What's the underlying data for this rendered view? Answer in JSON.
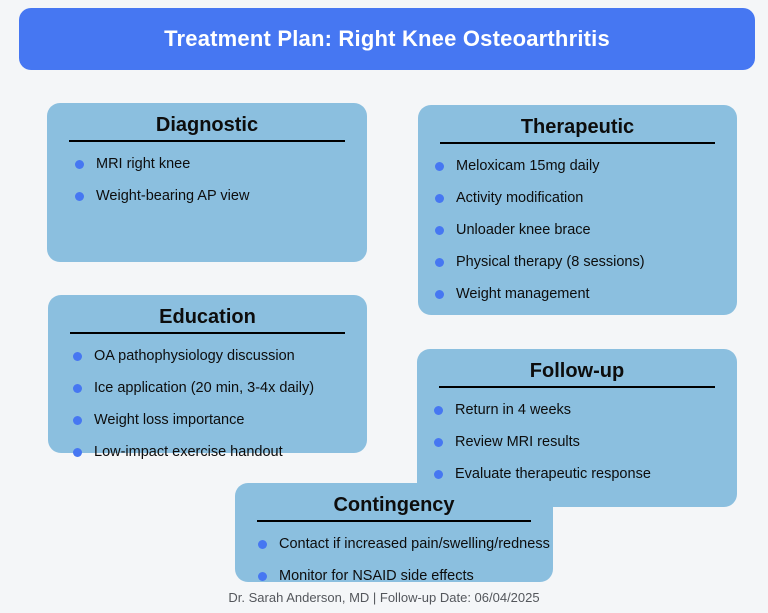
{
  "banner": {
    "title": "Treatment Plan: Right Knee Osteoarthritis"
  },
  "cards": [
    {
      "id": "diagnostic",
      "title": "Diagnostic",
      "items": [
        "MRI right knee",
        "Weight-bearing AP view"
      ]
    },
    {
      "id": "therapeutic",
      "title": "Therapeutic",
      "items": [
        "Meloxicam 15mg daily",
        "Activity modification",
        "Unloader knee brace",
        "Physical therapy (8 sessions)",
        "Weight management"
      ]
    },
    {
      "id": "education",
      "title": "Education",
      "items": [
        "OA pathophysiology discussion",
        "Ice application (20 min, 3-4x daily)",
        "Weight loss importance",
        "Low-impact exercise handout"
      ]
    },
    {
      "id": "followup",
      "title": "Follow-up",
      "items": [
        "Return in 4 weeks",
        "Review MRI results",
        "Evaluate therapeutic response"
      ]
    },
    {
      "id": "contingency",
      "title": "Contingency",
      "items": [
        "Contact if increased pain/swelling/redness",
        "Monitor for NSAID side effects"
      ]
    }
  ],
  "footer": {
    "text": "Dr. Sarah Anderson, MD | Follow-up Date: 06/04/2025"
  },
  "colors": {
    "page_bg": "#F4F6F8",
    "banner_bg": "#4677F2",
    "banner_text": "#FFFFFF",
    "card_bg": "#8BBFDF",
    "bullet": "#4677F2",
    "title_underline": "#000000",
    "body_text": "#0D0D0D",
    "footer_text": "#54575C"
  }
}
